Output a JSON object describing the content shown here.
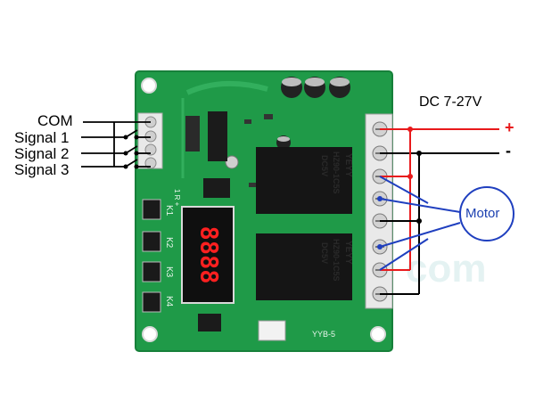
{
  "labels": {
    "com": "COM",
    "signal_1": "Signal 1",
    "signal_2": "Signal 2",
    "signal_3": "Signal 3",
    "power": "DC 7-27V",
    "plus": "+",
    "minus": "-",
    "motor": "Motor"
  },
  "board": {
    "keys": [
      "K1",
      "K2",
      "K3",
      "K4"
    ],
    "silk_small": "1 R +",
    "model": "YYB-5",
    "display_text": "8888",
    "relay_brand": "YEYY",
    "relay_model": "HZ90-1C5S",
    "relay_voltage": "DC5V"
  },
  "watermark": "com",
  "colors": {
    "pcb": "#1f9a48",
    "pcb_edge": "#17803a",
    "positive_wire": "#e8191b",
    "negative_wire": "#000000",
    "motor_wire": "#1f3fbf",
    "terminal": "#e9e9e9",
    "relay_body": "#151515",
    "led_segment": "#ff2020"
  }
}
